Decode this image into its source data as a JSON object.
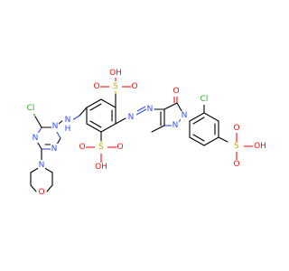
{
  "colors": {
    "carbon": "#000000",
    "oxygen": "#ff0d0d",
    "nitrogen": "#3050f8",
    "chlorine": "#1fb31f",
    "sulfur": "#c8a800"
  },
  "atoms": {
    "cl_triazine": "Cl",
    "n_triazine_top": "N",
    "n_triazine_left": "N",
    "n_triazine_bottom": "N",
    "nh": "N",
    "nh_h": "H",
    "n_morph": "N",
    "o_morph": "O",
    "s_top": "S",
    "s_top_o1": "O",
    "s_top_o2": "O",
    "s_top_oh": "OH",
    "s_bottom": "S",
    "s_bottom_o1": "O",
    "s_bottom_o2": "O",
    "s_bottom_oh": "OH",
    "azo_n1": "N",
    "azo_n2": "N",
    "pyraz_o": "O",
    "pyraz_n1": "N",
    "pyraz_n2": "N",
    "cl_phenyl": "Cl",
    "s_right": "S",
    "s_right_o1": "O",
    "s_right_o2": "O",
    "s_right_oh": "OH"
  }
}
